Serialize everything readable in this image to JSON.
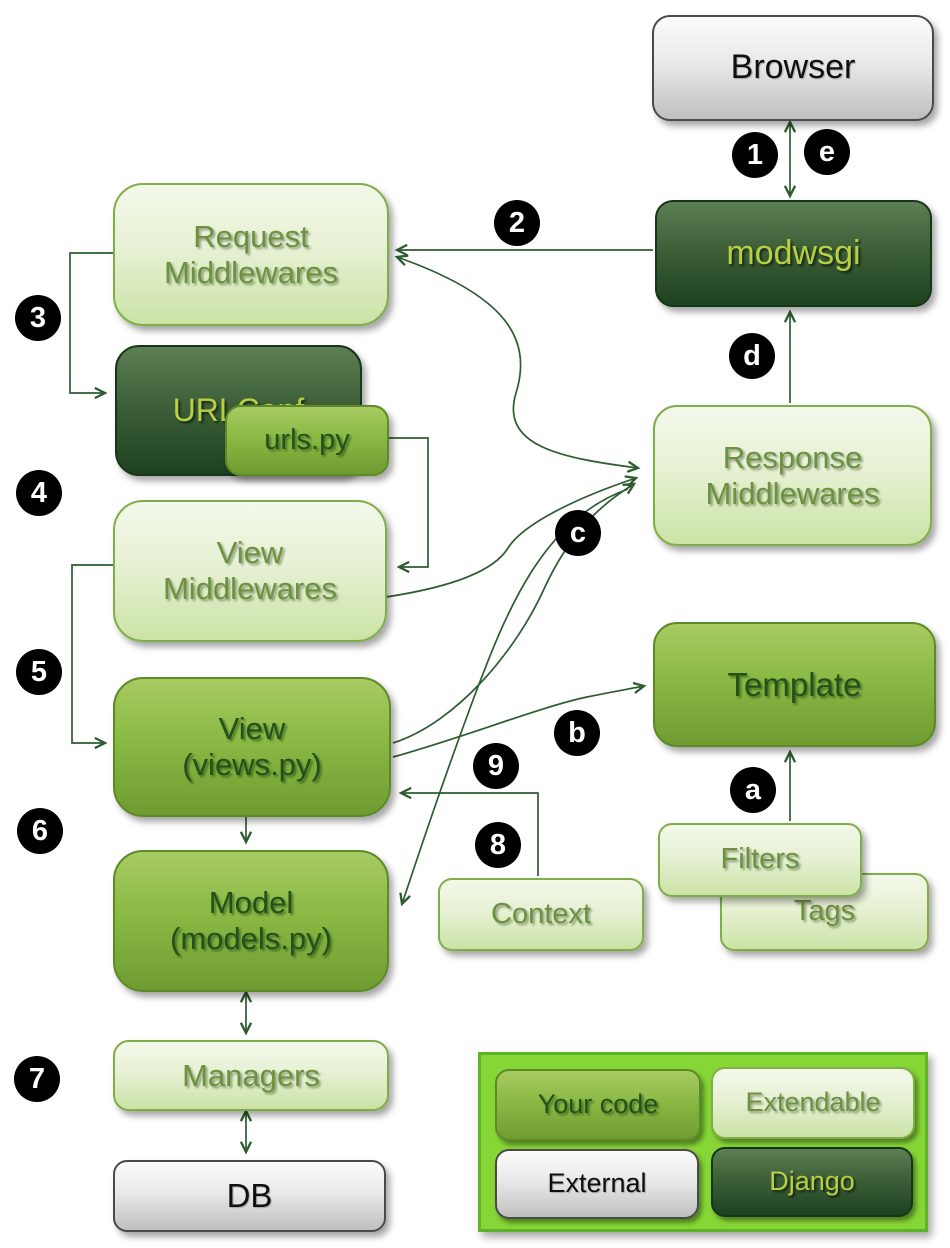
{
  "nodes": {
    "browser": "Browser",
    "modwsgi": "modwsgi",
    "request_middlewares": "Request\nMiddlewares",
    "urlconf": "URLConf",
    "urls_py": "urls.py",
    "view_middlewares": "View\nMiddlewares",
    "view": "View\n(views.py)",
    "model": "Model\n(models.py)",
    "managers": "Managers",
    "db": "DB",
    "response_middlewares": "Response\nMiddlewares",
    "template": "Template",
    "filters": "Filters",
    "tags": "Tags",
    "context": "Context"
  },
  "badges": {
    "step1": "1",
    "step2": "2",
    "step3": "3",
    "step4": "4",
    "step5": "5",
    "step6": "6",
    "step7": "7",
    "step8": "8",
    "step9": "9",
    "step_a": "a",
    "step_b": "b",
    "step_c": "c",
    "step_d": "d",
    "step_e": "e"
  },
  "legend": {
    "your_code": "Your code",
    "extendable": "Extendable",
    "external": "External",
    "django": "Django"
  },
  "colors": {
    "light_box": "#d9ebb7",
    "mid_box": "#8ab944",
    "dark_box": "#2d5526",
    "gray_box": "#d9d9d9",
    "legend_bg": "#86d636",
    "line": "#2d5c2f",
    "badge_bg": "#000000",
    "badge_text": "#ffffff"
  }
}
